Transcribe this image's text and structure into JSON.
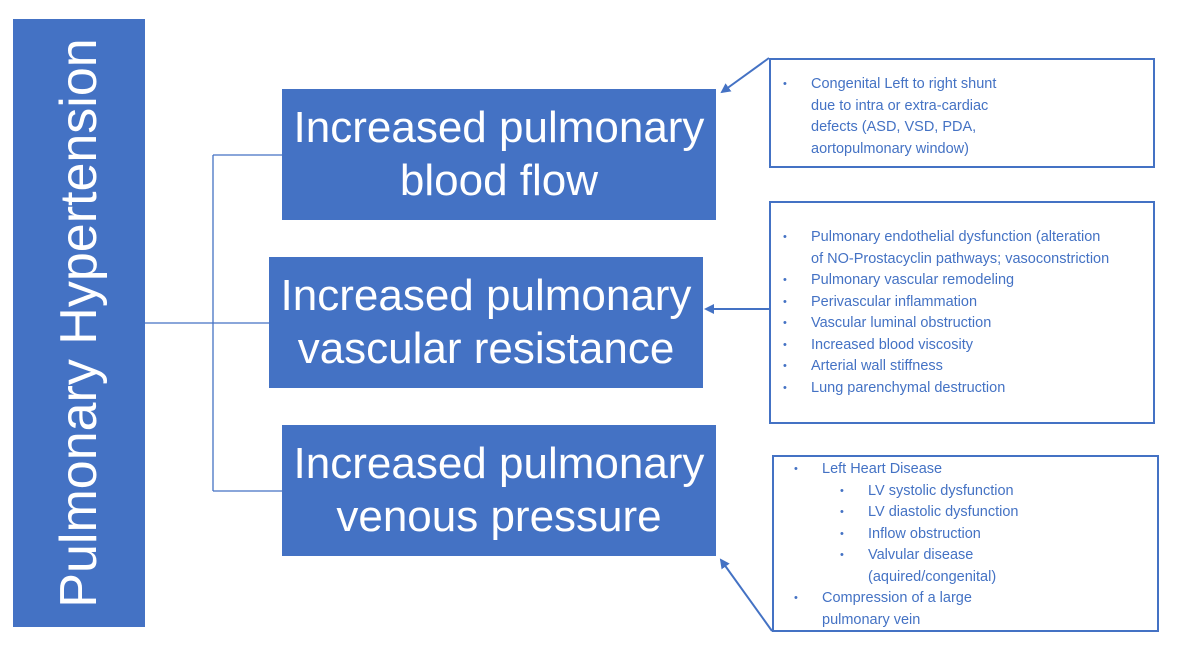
{
  "root": {
    "label": "Pulmonary Hypertension"
  },
  "causes": [
    {
      "line1": "Increased pulmonary",
      "line2": "blood flow"
    },
    {
      "line1": "Increased pulmonary",
      "line2": "vascular resistance"
    },
    {
      "line1": "Increased pulmonary",
      "line2": "venous pressure"
    }
  ],
  "details": {
    "flow": [
      "Congenital Left to right shunt",
      "due to intra or extra-cardiac",
      "defects (ASD, VSD, PDA,",
      "aortopulmonary window)"
    ],
    "resistance": [
      "Pulmonary endothelial dysfunction (alteration",
      "of NO-Prostacyclin pathways; vasoconstriction",
      "Pulmonary vascular remodeling",
      "Perivascular inflammation",
      "Vascular luminal obstruction",
      "Increased blood viscosity",
      "Arterial wall stiffness",
      "Lung parenchymal destruction"
    ],
    "venous": [
      "Left Heart Disease",
      "LV systolic dysfunction",
      "LV diastolic dysfunction",
      "Inflow obstruction",
      "Valvular disease",
      "(aquired/congenital)",
      "Compression of a large",
      "pulmonary vein"
    ]
  },
  "bullet_glyph": "•",
  "colors": {
    "box_fill": "#4472c4",
    "text_on_box": "#ffffff",
    "detail_text": "#4472c4",
    "connector": "#4472c4"
  }
}
